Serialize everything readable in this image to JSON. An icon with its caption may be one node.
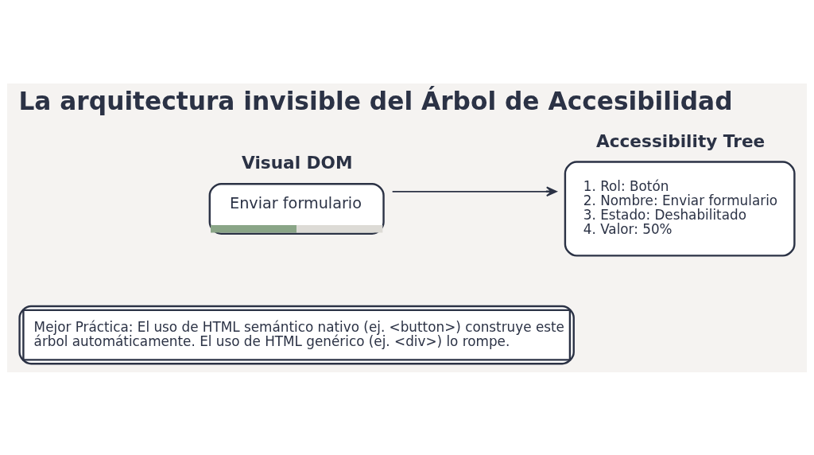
{
  "diagram": {
    "title": "La arquitectura invisible del Árbol de Accesibilidad",
    "nodes": [
      {
        "text": [
          "Visual DOM",
          "Enviar formulario"
        ]
      },
      {
        "text": [
          "Accessibility Tree",
          "1. Rol: Botón",
          "2. Nombre: Enviar formulario",
          "3. Estado: Deshabilitado",
          "4. Valor: 50%"
        ]
      },
      {
        "text": [
          "Mejor Práctica: El uso de HTML semántico nativo (ej. <button>) construye este árbol automáticamente. El uso de HTML genérico (ej. <div>) lo rompe."
        ]
      }
    ],
    "edges": [
      {
        "from": 0,
        "to": 1,
        "arrow": "to"
      }
    ]
  }
}
